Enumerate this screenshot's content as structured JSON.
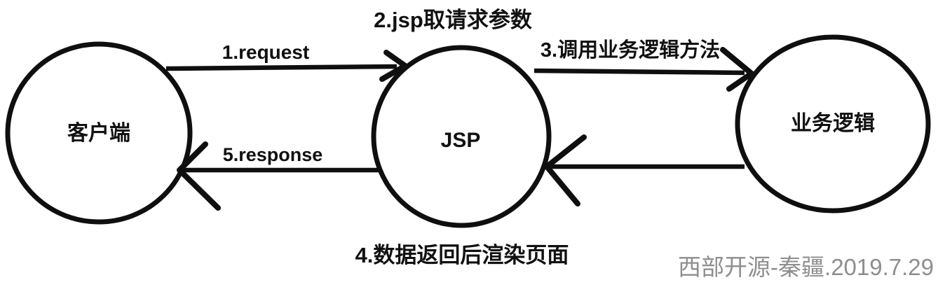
{
  "diagram": {
    "nodes": [
      {
        "id": "client",
        "label": "客户端"
      },
      {
        "id": "jsp",
        "label": "JSP"
      },
      {
        "id": "business",
        "label": "业务逻辑"
      }
    ],
    "flows": [
      {
        "step": "1",
        "label": "1.request",
        "from": "client",
        "to": "jsp"
      },
      {
        "step": "2",
        "label": "2.jsp取请求参数",
        "from": "jsp",
        "to": "jsp"
      },
      {
        "step": "3",
        "label": "3.调用业务逻辑方法",
        "from": "jsp",
        "to": "business"
      },
      {
        "step": "4",
        "label": "4.数据返回后渲染页面",
        "from": "business",
        "to": "jsp"
      },
      {
        "step": "5",
        "label": "5.response",
        "from": "jsp",
        "to": "client"
      }
    ],
    "watermark": "西部开源-秦疆.2019.7.29",
    "colors": {
      "stroke": "#0f0f0f",
      "text": "#111111",
      "watermark": "#8e8e8e",
      "background": "#ffffff"
    }
  }
}
